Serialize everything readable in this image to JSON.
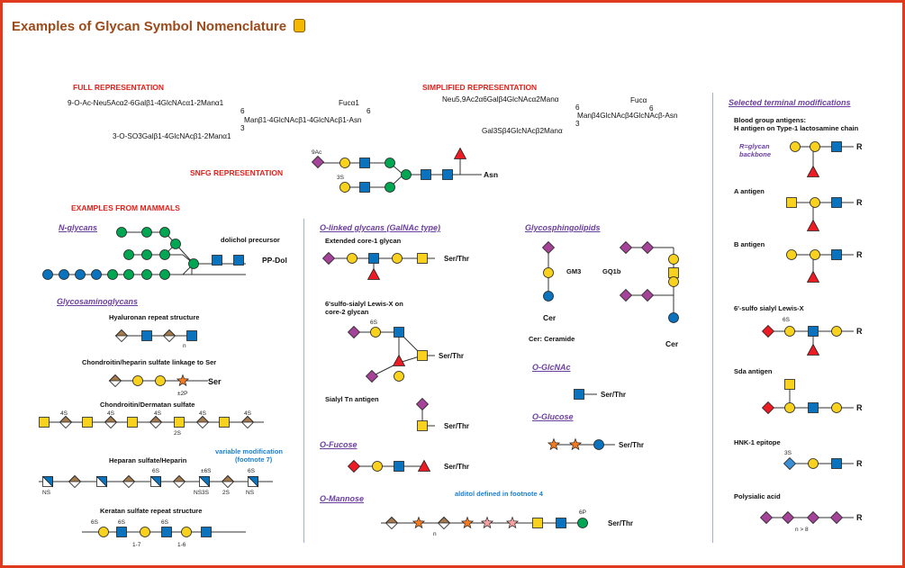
{
  "title": "Examples of Glycan Symbol Nomenclature",
  "headers": {
    "full": "FULL REPRESENTATION",
    "simplified": "SIMPLIFIED REPRESENTATION",
    "snfg": "SNFG REPRESENTATION",
    "mammals": "EXAMPLES FROM MAMMALS",
    "terminal": "Selected terminal modifications"
  },
  "full_formula": {
    "line1": "9-O-Ac-Neu5Acα2-6Galβ1-4GlcNAcα1-2Manα1",
    "six": "6",
    "fuc": "Fucα1",
    "six2": "6",
    "core": "Manβ1-4GlcNAcβ1-4GlcNAcβ1-Asn",
    "three": "3",
    "line3": "3-O-SO3Galβ1-4GlcNAcβ1-2Manα1",
    "three2": "3"
  },
  "simplified_formula": {
    "line1": "Neu5,9Ac2α6Galβ4GlcNAcα2Manα",
    "six": "6",
    "fuc": "Fucα",
    "six2": "6",
    "core": "Manβ4GlcNAcβ4GlcNAcβ-Asn",
    "three": "3",
    "line3": "Gal3Sβ4GlcNAcβ2Manα",
    "three2": "3"
  },
  "snfg": {
    "mod9ac": "9Ac",
    "mod3s": "3S",
    "asn": "Asn"
  },
  "sections": {
    "nglycans": "N-glycans",
    "gags": "Glycosaminoglycans",
    "olinked": "O-linked glycans (GalNAc type)",
    "ofucose": "O-Fucose",
    "omannose": "O-Mannose",
    "gsl": "Glycosphingolipids",
    "oglcnac": "O-GlcNAc",
    "oglucose": "O-Glucose"
  },
  "labels": {
    "dolichol": "dolichol precursor",
    "ppdol": "PP-Dol",
    "hyaluronan": "Hyaluronan repeat structure",
    "chondroitin_heparin": "Chondroitin/heparin sulfate linkage to Ser",
    "chondroitin_dermatan": "Chondroitin/Dermatan sulfate",
    "heparan": "Heparan sulfate/Heparin",
    "variable1": "variable modification",
    "variable2": "(footnote 7)",
    "keratan": "Keratan sulfate repeat structure",
    "ext_core1": "Extended core-1 glycan",
    "sulfo_lex1": "6'sulfo-sialyl Lewis-X on",
    "sulfo_lex2": "core-2 glycan",
    "sialyl_tn": "Sialyl Tn antigen",
    "alditol": "alditol defined in footnote 4",
    "gm3": "GM3",
    "gq1b": "GQ1b",
    "cer": "Cer",
    "cer_def": "Cer: Ceramide",
    "serthr": "Ser/Thr",
    "ser": "Ser",
    "n": "n",
    "pm2p": "±2P",
    "ns": "NS",
    "s4": "4S",
    "s6": "6S",
    "s2": "2S",
    "pm6s": "±6S",
    "ns3s": "NS3S",
    "p6": "6P",
    "range17": "1-7",
    "range16": "1-6"
  },
  "terminal": {
    "blood_group1": "Blood group antigens:",
    "blood_group2": "H antigen on Type-1 lactosamine chain",
    "rglycan1": "R=glycan",
    "rglycan2": "backbone",
    "a_antigen": "A antigen",
    "b_antigen": "B antigen",
    "sulfo_lex": "6'-sulfo sialyl Lewis-X",
    "sda": "Sda antigen",
    "hnk1": "HNK-1 epitope",
    "polysialic": "Polysialic acid",
    "r": "R",
    "s6": "6S",
    "s3": "3S",
    "n8": "n > 8"
  },
  "colors": {
    "frame": "#e03a1e",
    "title": "#9b4a1a",
    "header_red": "#e0211b",
    "section_purple": "#6b3fa0",
    "glc_blue": "#0b72bd",
    "man_green": "#00a651",
    "gal_yellow": "#f8d21e",
    "fuc_red": "#ed1c24",
    "sia_purple": "#a54399",
    "xyl_orange": "#f47a20",
    "glca_brown": "#a17a4d",
    "idoa_tan": "#a17a4d"
  }
}
